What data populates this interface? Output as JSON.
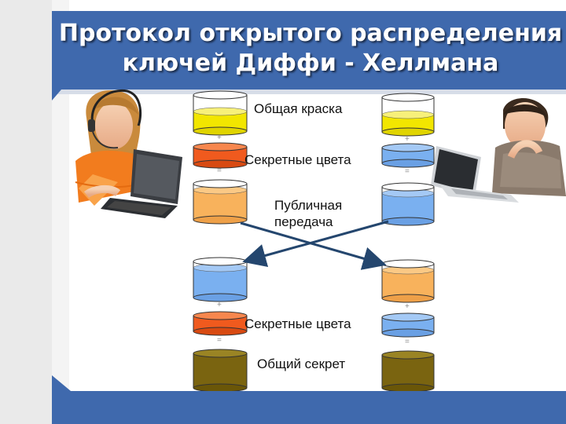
{
  "title": "Протокол открытого распределения ключей Диффи - Хеллмана",
  "labels": {
    "common_paint": "Общая краска",
    "secret_colors_top": "Секретные цвета",
    "public_transfer_line1": "Публичная",
    "public_transfer_line2": "передача",
    "secret_colors_bottom": "Секретные цвета",
    "common_secret": "Общий секрет"
  },
  "operators": {
    "plus": "+",
    "equals": "="
  },
  "colors": {
    "brand_blue": "#3f69ad",
    "yellow": "#f2e600",
    "orange_red": "#f05a1e",
    "light_orange": "#f8b25c",
    "light_blue": "#7ab0f0",
    "olive": "#7a6410",
    "arrow": "#24466e"
  },
  "icons": {
    "left_person": "girl-with-headset-and-laptop",
    "right_person": "boy-with-laptop"
  }
}
